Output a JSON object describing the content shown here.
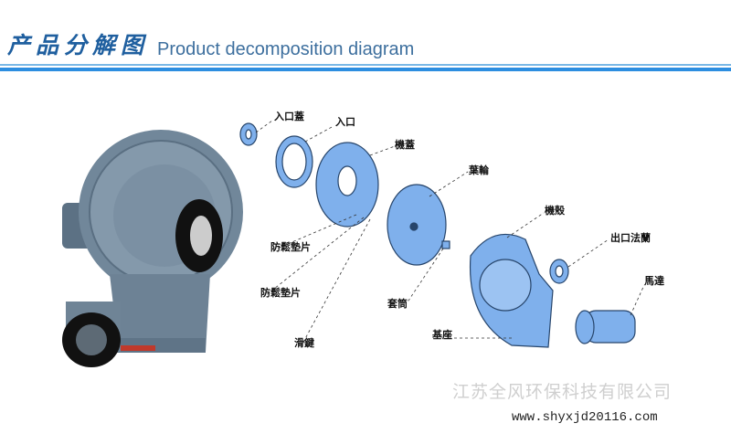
{
  "header": {
    "title_cn": "产品分解图",
    "title_en": "Product decomposition diagram"
  },
  "parts": {
    "inlet_cover": "入口蓋",
    "inlet": "入口",
    "machine_cover": "機蓋",
    "impeller": "葉輪",
    "casing": "機殼",
    "outlet_flange": "出口法蘭",
    "motor": "馬達",
    "lock_washer_1": "防鬆墊片",
    "lock_washer_2": "防鬆墊片",
    "sleeve": "套筒",
    "base": "基座",
    "sliding_key": "滑鍵"
  },
  "footer": {
    "company": "江苏全风环保科技有限公司",
    "url": "www.shyxjd20116.com"
  },
  "colors": {
    "accent": "#2d8ee0",
    "part_fill": "#7fb0ec",
    "blower_body": "#6f8496"
  }
}
